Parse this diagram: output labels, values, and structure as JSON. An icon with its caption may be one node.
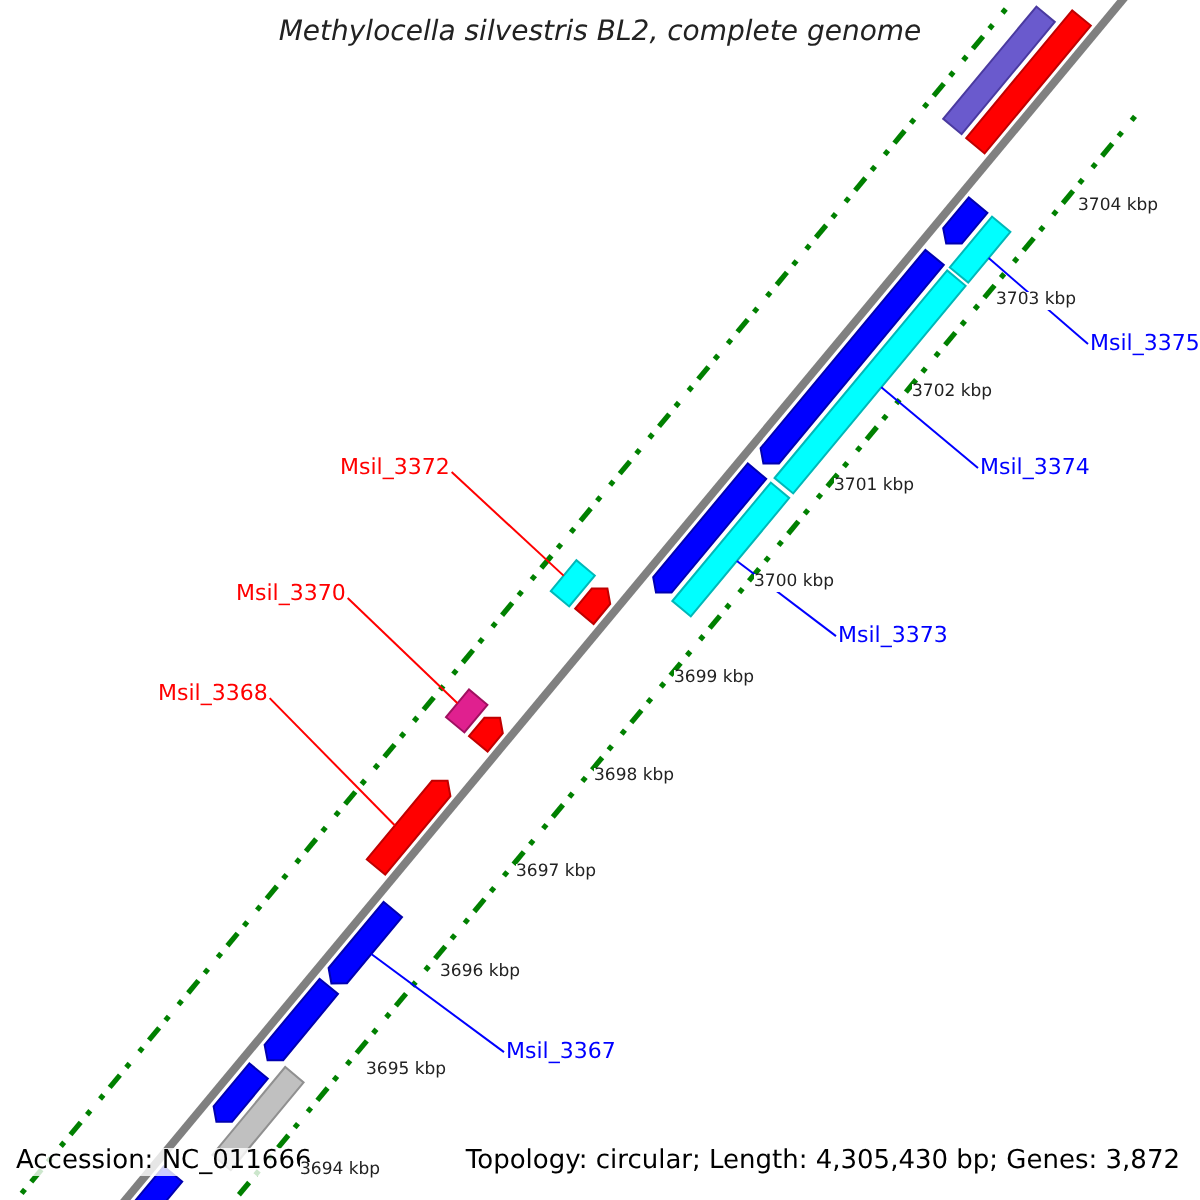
{
  "diagram": {
    "title": "Methylocella silvestris BL2, complete genome",
    "nodes": [
      {
        "text": [
          "Msil_3375"
        ]
      },
      {
        "text": [
          "Msil_3374"
        ]
      },
      {
        "text": [
          "Msil_3372"
        ]
      },
      {
        "text": [
          "Msil_3373"
        ]
      },
      {
        "text": [
          "Msil_3370"
        ]
      },
      {
        "text": [
          "Msil_3368"
        ]
      },
      {
        "text": [
          "Msil_3367"
        ]
      },
      {
        "text": [],
        "shape": "bar"
      },
      {
        "text": [],
        "shape": "bar"
      },
      {
        "text": [],
        "shape": "bar"
      },
      {
        "text": [],
        "shape": "bar"
      },
      {
        "text": [],
        "shape": "bar"
      },
      {
        "text": [],
        "shape": "bar"
      },
      {
        "text": [],
        "shape": "bar"
      },
      {
        "text": [],
        "shape": "bar"
      },
      {
        "text": [],
        "shape": "bar"
      },
      {
        "text": [],
        "shape": "bar"
      },
      {
        "text": [],
        "shape": "bar"
      },
      {
        "text": [],
        "shape": "bar"
      },
      {
        "text": [],
        "shape": "bar"
      },
      {
        "text": [],
        "shape": "bar"
      },
      {
        "text": [],
        "shape": "bar"
      },
      {
        "text": [],
        "shape": "bar"
      },
      {
        "text": [],
        "shape": "bar"
      },
      {
        "text": [],
        "shape": "bar"
      }
    ],
    "edges": [
      {
        "from": 0,
        "to": 10,
        "arrow": "none"
      },
      {
        "from": 1,
        "to": 12,
        "arrow": "none"
      },
      {
        "from": 2,
        "to": 14,
        "arrow": "none",
        "color": "#ff0000"
      },
      {
        "from": 3,
        "to": 15,
        "arrow": "none"
      },
      {
        "from": 4,
        "to": 17,
        "arrow": "none",
        "color": "#ff0000"
      },
      {
        "from": 5,
        "to": 19,
        "arrow": "none",
        "color": "#ff0000"
      },
      {
        "from": 6,
        "to": 20,
        "arrow": "none"
      }
    ],
    "labels": [
      "3704 kbp",
      "3703 kbp",
      "3702 kbp",
      "3701 kbp",
      "3700 kbp",
      "3699 kbp",
      "3698 kbp",
      "3697 kbp",
      "3696 kbp",
      "3695 kbp",
      "3694 kbp",
      "Accession: NC_011666",
      "Topology: circular; Length: 4,305,430 bp; Genes: 3,872"
    ]
  }
}
